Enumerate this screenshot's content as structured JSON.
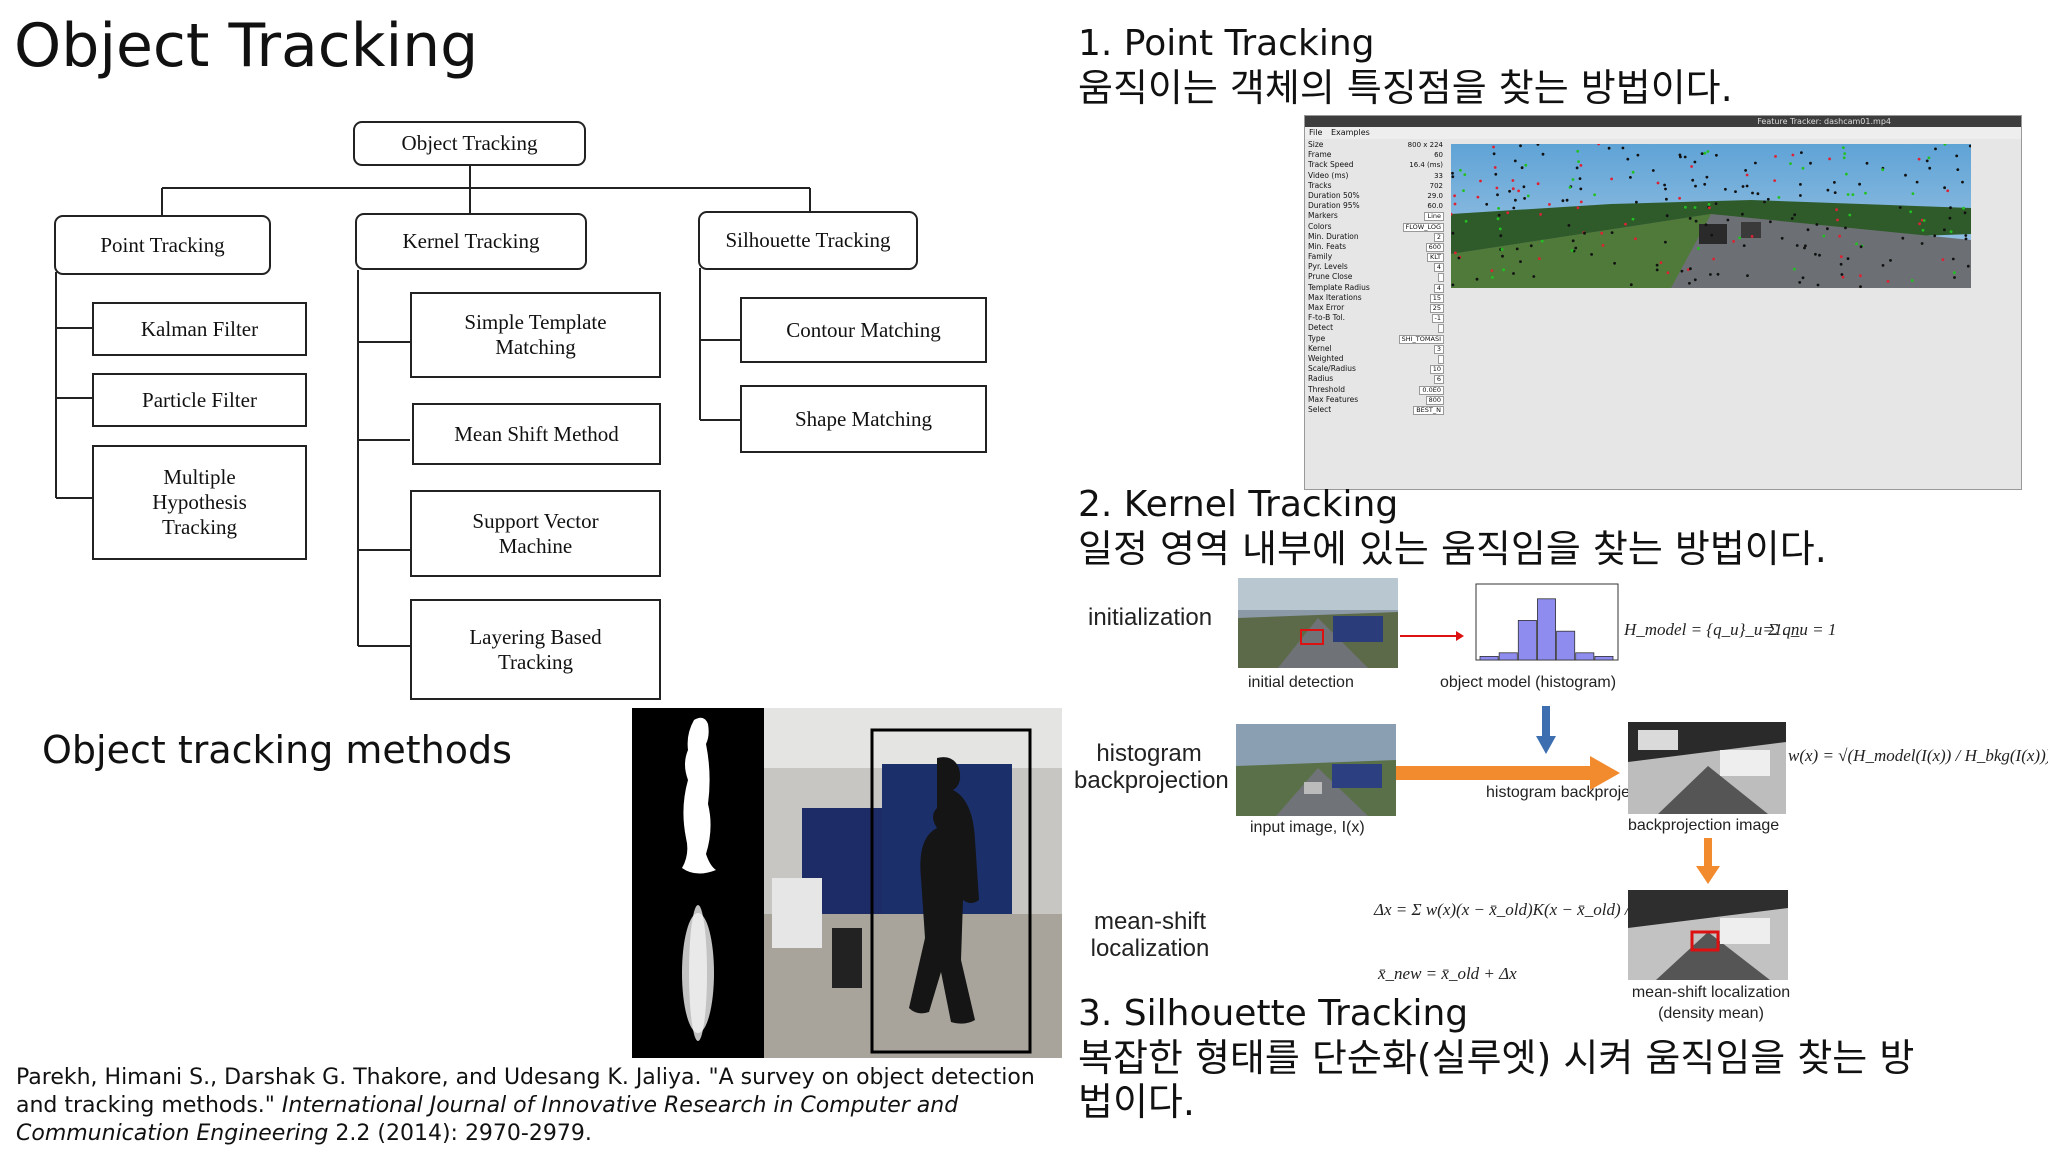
{
  "title": "Object Tracking",
  "tree": {
    "root": "Object Tracking",
    "branches": [
      {
        "label": "Point Tracking",
        "children": [
          "Kalman Filter",
          "Particle Filter",
          "Multiple Hypothesis Tracking"
        ]
      },
      {
        "label": "Kernel Tracking",
        "children": [
          "Simple Template Matching",
          "Mean Shift Method",
          "Support Vector Machine",
          "Layering Based Tracking"
        ]
      },
      {
        "label": "Silhouette Tracking",
        "children": [
          "Contour Matching",
          "Shape Matching"
        ]
      }
    ]
  },
  "caption": "Object tracking methods",
  "reference": {
    "plain": "Parekh, Himani S., Darshak G. Thakore, and Udesang K. Jaliya. \"A survey on object detection and tracking methods.\" ",
    "italic": "International Journal of Innovative Research in Computer and Communication Engineering",
    "tail": " 2.2 (2014): 2970-2979."
  },
  "sections": [
    {
      "heading": "1.  Point Tracking",
      "description": "움직이는 객체의 특징점을 찾는 방법이다."
    },
    {
      "heading": "2.  Kernel Tracking",
      "description": "일정 영역 내부에 있는 움직임을 찾는 방법이다."
    },
    {
      "heading": "3. Silhouette Tracking",
      "description_line1": "복잡한 형태를 단순화(실루엣) 시켜 움직임을 찾는 방",
      "description_line2": "법이다."
    }
  ],
  "feature_tracker": {
    "window_title": "Feature Tracker:  dashcam01.mp4",
    "menu": [
      "File",
      "Examples"
    ],
    "rows": [
      {
        "label": "Size",
        "value": "800 x 224"
      },
      {
        "label": "Frame",
        "value": "60"
      },
      {
        "label": "Track Speed",
        "value": "16.4 (ms)"
      },
      {
        "label": "Video (ms)",
        "value": "33"
      },
      {
        "label": "Tracks",
        "value": "702"
      },
      {
        "label": "Duration 50%",
        "value": "29.0"
      },
      {
        "label": "Duration 95%",
        "value": "60.0"
      },
      {
        "label": "Markers",
        "value": "Line"
      },
      {
        "label": "Colors",
        "value": "FLOW_LOG"
      },
      {
        "label": "Min. Duration",
        "value": "2"
      },
      {
        "label": "Min. Feats",
        "value": "600"
      },
      {
        "label": "Family",
        "value": "KLT"
      },
      {
        "label": "Pyr. Levels",
        "value": "4"
      },
      {
        "label": "Prune Close",
        "value": ""
      },
      {
        "label": "Template Radius",
        "value": "4"
      },
      {
        "label": "Max Iterations",
        "value": "15"
      },
      {
        "label": "Max Error",
        "value": "25"
      },
      {
        "label": "F-to-B Tol.",
        "value": "-1"
      },
      {
        "label": "Detect",
        "value": ""
      },
      {
        "label": "Type",
        "value": "SHI_TOMASI"
      },
      {
        "label": "Kernel",
        "value": "3"
      },
      {
        "label": "Weighted",
        "value": ""
      },
      {
        "label": "Scale/Radius",
        "value": "10"
      },
      {
        "label": "Radius",
        "value": "6"
      },
      {
        "label": "Threshold",
        "value": "0.0E0"
      },
      {
        "label": "Max Features",
        "value": "800"
      },
      {
        "label": "Select",
        "value": "BEST_N"
      }
    ]
  },
  "meanshift": {
    "row_labels": [
      "initialization",
      "histogram backprojection",
      "mean-shift localization"
    ],
    "captions": [
      "initial detection",
      "object model (histogram)",
      "input image, I(x)",
      "histogram backprojection",
      "backprojection image",
      "mean-shift localization (density mean)"
    ],
    "histogram_values": [
      0.05,
      0.1,
      0.55,
      0.85,
      0.4,
      0.1,
      0.05
    ],
    "eq_model": "H_model = {q_u}_u=1..n",
    "eq_sum": "Σ q_u = 1",
    "eq_weight": "w(x) = √(H_model(I(x)) / H_bkg(I(x)))",
    "eq_delta": "Δx = Σ w(x)(x − x̄_old)K(x − x̄_old) / Σ w(x)K(x − x̄_old)",
    "eq_update": "x̄_new = x̄_old + Δx",
    "arrow_color": "#f28a2e",
    "down_arrow_color": "#3d6fb0"
  }
}
